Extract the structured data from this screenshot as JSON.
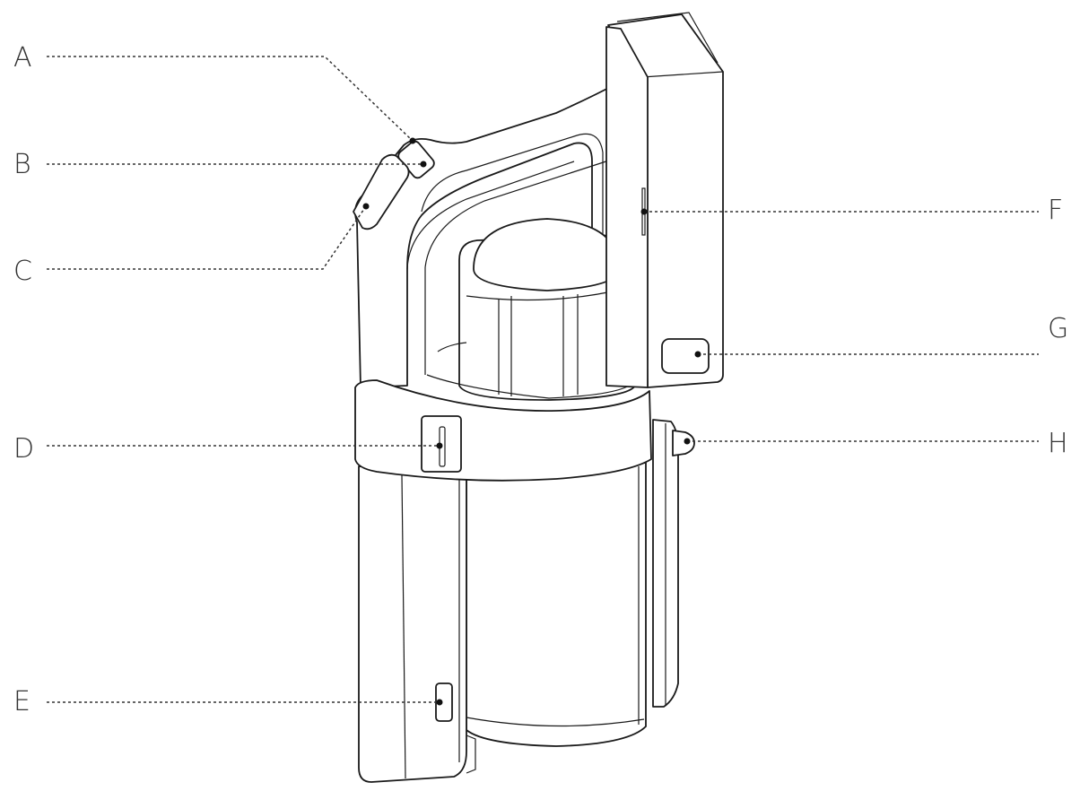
{
  "labels": {
    "A": "A",
    "B": "B",
    "C": "C",
    "D": "D",
    "E": "E",
    "F": "F",
    "G": "G",
    "H": "H"
  },
  "colors": {
    "line": "#1a1a1a",
    "leader": "#333333",
    "text": "#333333",
    "background": "#ffffff"
  }
}
